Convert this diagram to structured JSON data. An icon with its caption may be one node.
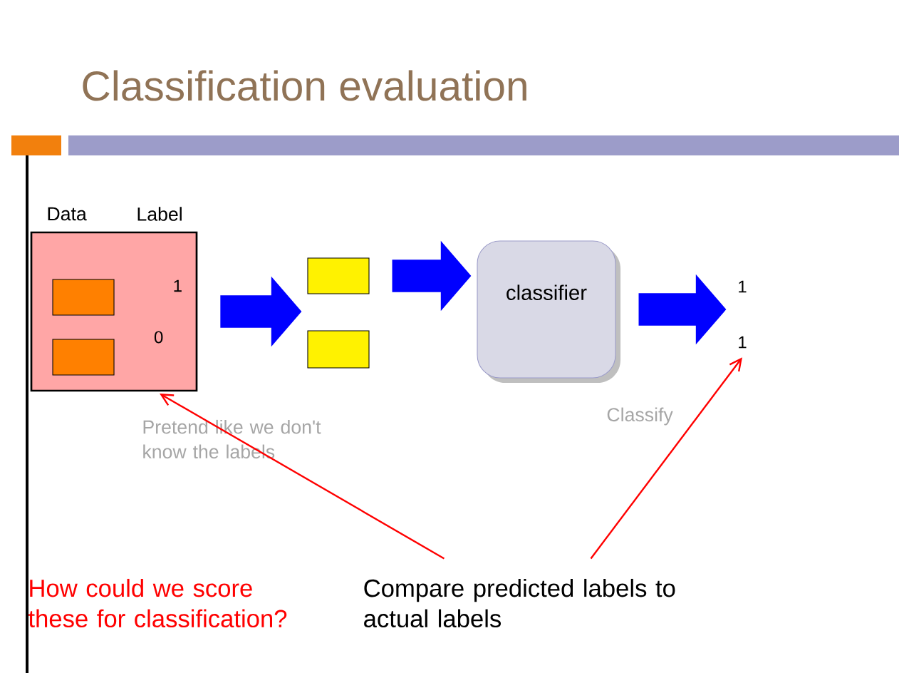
{
  "diagram": {
    "title": "Classification evaluation",
    "nodes": [
      {
        "text": [
          "1",
          "0"
        ]
      },
      {
        "text": [],
        "shape": "box",
        "in": 0
      },
      {
        "text": [],
        "shape": "box",
        "in": 0
      },
      {
        "text": [],
        "shape": "box"
      },
      {
        "text": [],
        "shape": "box"
      },
      {
        "text": [
          "classifier"
        ]
      },
      {
        "text": [
          "1"
        ]
      },
      {
        "text": [
          "1"
        ]
      },
      {
        "text": [
          "Compare predicted labels to actual labels"
        ]
      }
    ],
    "edges": [
      {
        "from": 0,
        "to": 3,
        "arrow": "to"
      },
      {
        "from": 3,
        "to": 5,
        "arrow": "to"
      },
      {
        "from": 5,
        "to": 6,
        "arrow": "to"
      },
      {
        "from": 8,
        "to": 0,
        "arrow": "to",
        "color": "#ff0000"
      },
      {
        "from": 8,
        "to": 7,
        "arrow": "to",
        "color": "#ff0000"
      }
    ],
    "labels": [
      "Data",
      "Label",
      "Pretend like we don't know the labels",
      "Classify",
      "How could we score these for classification?"
    ]
  }
}
